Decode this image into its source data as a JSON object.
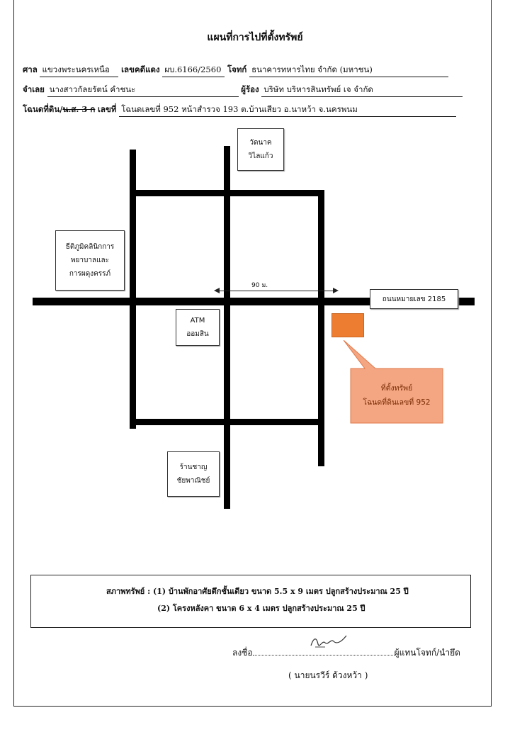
{
  "title": "แผนที่การไปที่ตั้งทรัพย์",
  "case": {
    "court_label": "ศาล",
    "court_value": "แขวงพระนครเหนือ",
    "redno_label": "เลขคดีแดง",
    "redno_value": "ผบ.6166/2560",
    "plaintiff_label": "โจทก์",
    "plaintiff_value": "ธนาคารทหารไทย จำกัด (มหาชน)",
    "defendant_label": "จำเลย",
    "defendant_value": "นางสาวกัลยรัตน์ คำชนะ",
    "claimant_label": "ผู้ร้อง",
    "claimant_value": "บริษัท บริหารสินทรัพย์ เจ จำกัด",
    "deed_label": "โฉนดที่ดิน/",
    "deed_struck": "น.ส. 3 ก",
    "deed_no_label": "เลขที่",
    "deed_value": "โฉนดเลขที่ 952 หน้าสำรวจ 193 ต.บ้านเสียว อ.นาหว้า จ.นครพนม"
  },
  "map": {
    "temple": [
      "วัดนาค",
      "วิไลแก้ว"
    ],
    "clinic": [
      "ธีติภูมิคลินิกการ",
      "พยาบาลและ",
      "การผดุงครรภ์"
    ],
    "atm": [
      "ATM",
      "ออมสิน"
    ],
    "shop": [
      "ร้านชาญ",
      "ชัยพาณิชย์"
    ],
    "road_label": "ถนนหมายเลข 2185",
    "distance": "90 ม.",
    "property_label": [
      "ที่ตั้งทรัพย์",
      "โฉนดที่ดินเลขที่ 952"
    ],
    "colors": {
      "plot": "#ed7d31",
      "callout": "#f4a582",
      "road": "#000000"
    }
  },
  "condition": {
    "label": "สภาพทรัพย์ :",
    "line1": "(1) บ้านพักอาศัยตึกชั้นเดียว ขนาด 5.5 x 9 เมตร ปลูกสร้างประมาณ 25 ปี",
    "line2": "(2) โครงหลังคา ขนาด 6 x 4 เมตร ปลูกสร้างประมาณ 25 ปี"
  },
  "signature": {
    "sign_label": "ลงชื่อ",
    "role": "ผู้แทนโจทก์/นำยึด",
    "name": "( นายนรวีร์ ด้วงหว้า )"
  }
}
